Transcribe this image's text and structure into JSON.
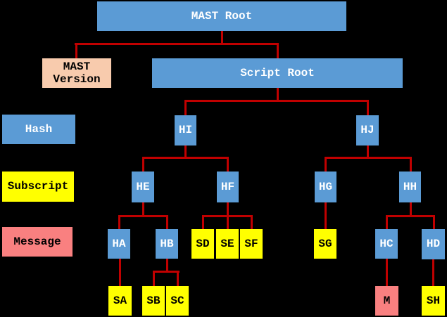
{
  "colors": {
    "background": "#000000",
    "hash_blue": "#5b9bd5",
    "subscript_yellow": "#ffff00",
    "message_salmon": "#f98080",
    "version_peach": "#f8cbad",
    "connector_red": "#c00000",
    "text_on_blue": "#ffffff",
    "text_on_light": "#000000"
  },
  "legend": {
    "hash": "Hash",
    "subscript": "Subscript",
    "message": "Message"
  },
  "nodes": {
    "mast_root": {
      "label": "MAST Root",
      "type": "hash"
    },
    "mast_version": {
      "label": "MAST Version",
      "type": "version"
    },
    "script_root": {
      "label": "Script Root",
      "type": "hash"
    },
    "hi": {
      "label": "HI",
      "type": "hash"
    },
    "hj": {
      "label": "HJ",
      "type": "hash"
    },
    "he": {
      "label": "HE",
      "type": "hash"
    },
    "hf": {
      "label": "HF",
      "type": "hash"
    },
    "hg": {
      "label": "HG",
      "type": "hash"
    },
    "hh": {
      "label": "HH",
      "type": "hash"
    },
    "ha": {
      "label": "HA",
      "type": "hash"
    },
    "hb": {
      "label": "HB",
      "type": "hash"
    },
    "sd": {
      "label": "SD",
      "type": "subscript"
    },
    "se": {
      "label": "SE",
      "type": "subscript"
    },
    "sf": {
      "label": "SF",
      "type": "subscript"
    },
    "sg": {
      "label": "SG",
      "type": "subscript"
    },
    "hc": {
      "label": "HC",
      "type": "hash"
    },
    "hd": {
      "label": "HD",
      "type": "hash"
    },
    "sa": {
      "label": "SA",
      "type": "subscript"
    },
    "sb": {
      "label": "SB",
      "type": "subscript"
    },
    "sc": {
      "label": "SC",
      "type": "subscript"
    },
    "m": {
      "label": "M",
      "type": "message"
    },
    "sh": {
      "label": "SH",
      "type": "subscript"
    }
  },
  "edges": [
    [
      "MAST Root",
      "MAST Version"
    ],
    [
      "MAST Root",
      "Script Root"
    ],
    [
      "Script Root",
      "HI"
    ],
    [
      "Script Root",
      "HJ"
    ],
    [
      "HI",
      "HE"
    ],
    [
      "HI",
      "HF"
    ],
    [
      "HJ",
      "HG"
    ],
    [
      "HJ",
      "HH"
    ],
    [
      "HE",
      "HA"
    ],
    [
      "HE",
      "HB"
    ],
    [
      "HF",
      "SD"
    ],
    [
      "HF",
      "SE"
    ],
    [
      "HF",
      "SF"
    ],
    [
      "HG",
      "SG"
    ],
    [
      "HH",
      "HC"
    ],
    [
      "HH",
      "HD"
    ],
    [
      "HA",
      "SA"
    ],
    [
      "HB",
      "SB"
    ],
    [
      "HB",
      "SC"
    ],
    [
      "HC",
      "M"
    ],
    [
      "HD",
      "SH"
    ]
  ]
}
